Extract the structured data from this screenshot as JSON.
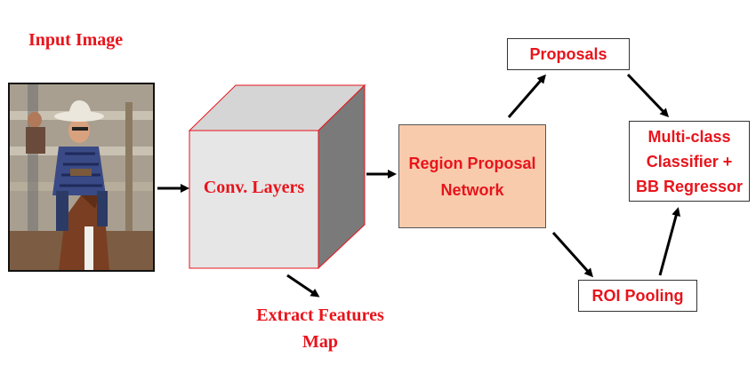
{
  "input_image": {
    "title": "Input Image"
  },
  "conv": {
    "label": "Conv. Layers"
  },
  "extract": {
    "line1": "Extract Features",
    "line2": "Map"
  },
  "rpn": {
    "line1": "Region Proposal",
    "line2": "Network"
  },
  "proposals": {
    "label": "Proposals"
  },
  "classifier": {
    "line1": "Multi-class",
    "line2": "Classifier +",
    "line3": "BB Regressor"
  },
  "roi": {
    "label": "ROI Pooling"
  },
  "colors": {
    "label_red": "#e8141c",
    "rpn_fill": "#f8cbad",
    "cube_front": "#e6e6e6",
    "cube_side": "#7a7a7a",
    "cube_edge": "#e8141c"
  }
}
